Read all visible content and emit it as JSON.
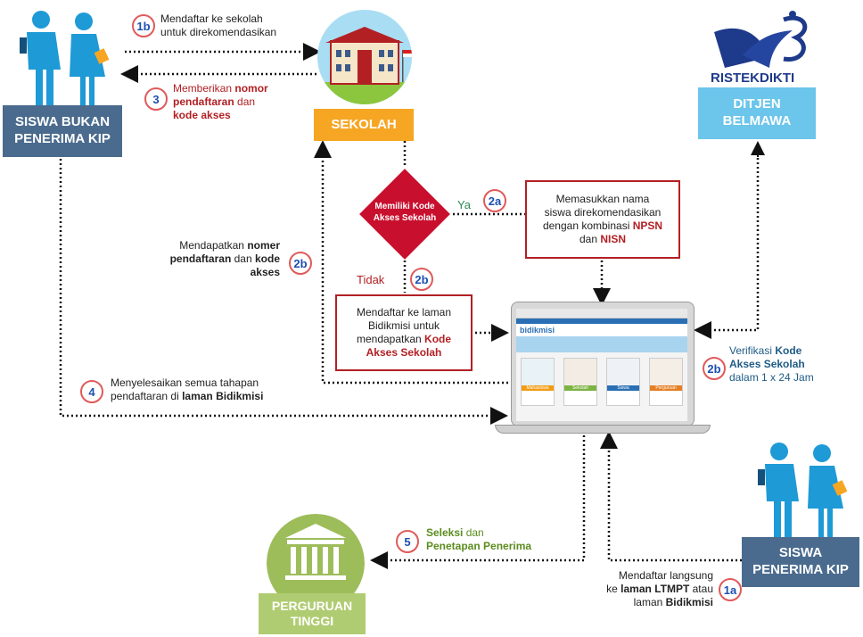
{
  "nodes": {
    "siswa_bukan": {
      "line1": "SISWA BUKAN",
      "line2": "PENERIMA KIP"
    },
    "sekolah": "SEKOLAH",
    "ditjen": {
      "line1": "DITJEN",
      "line2": "BELMAWA"
    },
    "ristekdikti_logo": "RISTEKDIKTI",
    "siswa_penerima": {
      "line1": "SISWA",
      "line2": "PENERIMA KIP"
    },
    "perguruan": {
      "line1": "PERGURUAN",
      "line2": "TINGGI"
    },
    "decision": {
      "line1": "Memiliki Kode",
      "line2": "Akses Sekolah"
    }
  },
  "labels": {
    "ya": "Ya",
    "tidak": "Tidak"
  },
  "steps": {
    "s1b": {
      "num": "1b",
      "line1": "Mendaftar ke sekolah",
      "line2": "untuk direkomendasikan"
    },
    "s3": {
      "num": "3",
      "l1a": "Memberikan ",
      "l1b": "nomor",
      "l2": "pendaftaran",
      "l2b": " dan",
      "l3": "kode akses"
    },
    "s2a": {
      "num": "2a",
      "l1": "Memasukkan nama",
      "l2": "siswa direkomendasikan",
      "l3a": "dengan kombinasi ",
      "l3b": "NPSN",
      "l4a": "dan ",
      "l4b": "NISN"
    },
    "s2b_left": {
      "num": "2b",
      "l1a": "Mendapatkan ",
      "l1b": "nomer",
      "l2a": "pendaftaran",
      "l2b": " dan ",
      "l2c": "kode",
      "l3": "akses"
    },
    "s2b_tidak": {
      "num": "2b",
      "l1": "Mendaftar ke laman",
      "l2": "Bidikmisi untuk",
      "l3a": "mendapatkan ",
      "l3b": "Kode",
      "l4": "Akses Sekolah"
    },
    "s2b_right": {
      "num": "2b",
      "l1a": "Verifikasi ",
      "l1b": "Kode",
      "l2": "Akses Sekolah",
      "l3": "dalam 1 x 24 Jam"
    },
    "s4": {
      "num": "4",
      "l1": "Menyelesaikan semua tahapan",
      "l2a": "pendaftaran di ",
      "l2b": "laman Bidikmisi"
    },
    "s5": {
      "num": "5",
      "l1a": "Seleksi",
      "l1b": " dan",
      "l2": "Penetapan Penerima"
    },
    "s1a": {
      "num": "1a",
      "l1": "Mendaftar langsung",
      "l2a": "ke ",
      "l2b": "laman LTMPT",
      "l2c": " atau",
      "l3a": "laman ",
      "l3b": "Bidikmisi"
    }
  },
  "laptop_screen": {
    "brand": "bidikmisi",
    "cards": [
      "Mahasiswa",
      "Sekolah",
      "Siswa",
      "Perguruan"
    ]
  },
  "colors": {
    "navy": "#4a6b8e",
    "orange": "#f6a623",
    "light_blue": "#6cc5ea",
    "green": "#9dbd5a",
    "red": "#b22024",
    "diamond": "#c8102e"
  }
}
